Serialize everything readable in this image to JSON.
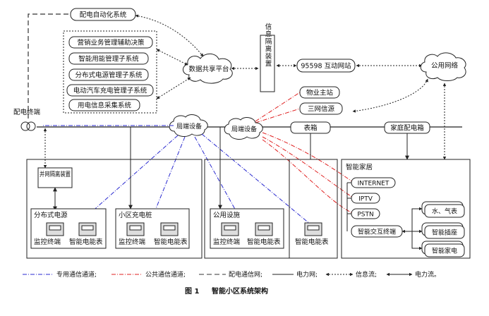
{
  "nodes": {
    "distribution_automation": "配电自动化系统",
    "marketing_support": "营销业务管理辅助决策",
    "smart_energy": "智能用能管理子系统",
    "distributed_power": "分布式电源管理子系统",
    "ev_charging": "电动汽车充电管理子系统",
    "info_collection": "用电信息采集系统",
    "data_platform": "数据共享平台",
    "info_isolation": "信息隔离装置",
    "interactive_site": "95598 互动网站",
    "public_network": "公用网络",
    "property_station": "物业主站",
    "triple_play": "三网信源",
    "distribution_terminal": "配电终端",
    "local_device_left": "局端设备",
    "local_device_right": "局端设备",
    "meter_box": "表箱",
    "home_distribution_box": "家庭配电箱",
    "grid_switch_device": "并网隔离装置",
    "distributed_source_box": "分布式电源",
    "community_charging_box": "小区充电桩",
    "public_facility_box": "公用设施",
    "monitor_terminal_1": "监控终端",
    "smart_meter_1": "智能电能表",
    "monitor_terminal_2": "监控终端",
    "smart_meter_2": "智能电能表",
    "monitor_terminal_3": "监控终端",
    "smart_meter_3": "智能电能表",
    "smart_meter_4": "智能电能表",
    "smart_home": "智能家居",
    "internet": "INTERNET",
    "iptv": "IPTV",
    "pstn": "PSTN",
    "smart_interactive_terminal": "智能交互终端",
    "water_gas_meter": "水、气表",
    "smart_socket": "智能插座",
    "smart_appliance": "智能家电"
  },
  "legend": {
    "private_channel": "专用通信通道;",
    "public_channel": "公共通信通道;",
    "distribution_network": "配电通信网;",
    "power_network": "电力网;",
    "info_flow": "信息流;",
    "power_flow": "电力流。"
  },
  "caption": {
    "number": "图 1",
    "title": "智能小区系统架构"
  },
  "colors": {
    "private_channel": "#2a2ad0",
    "public_channel": "#e02020",
    "lines": "#222222"
  }
}
